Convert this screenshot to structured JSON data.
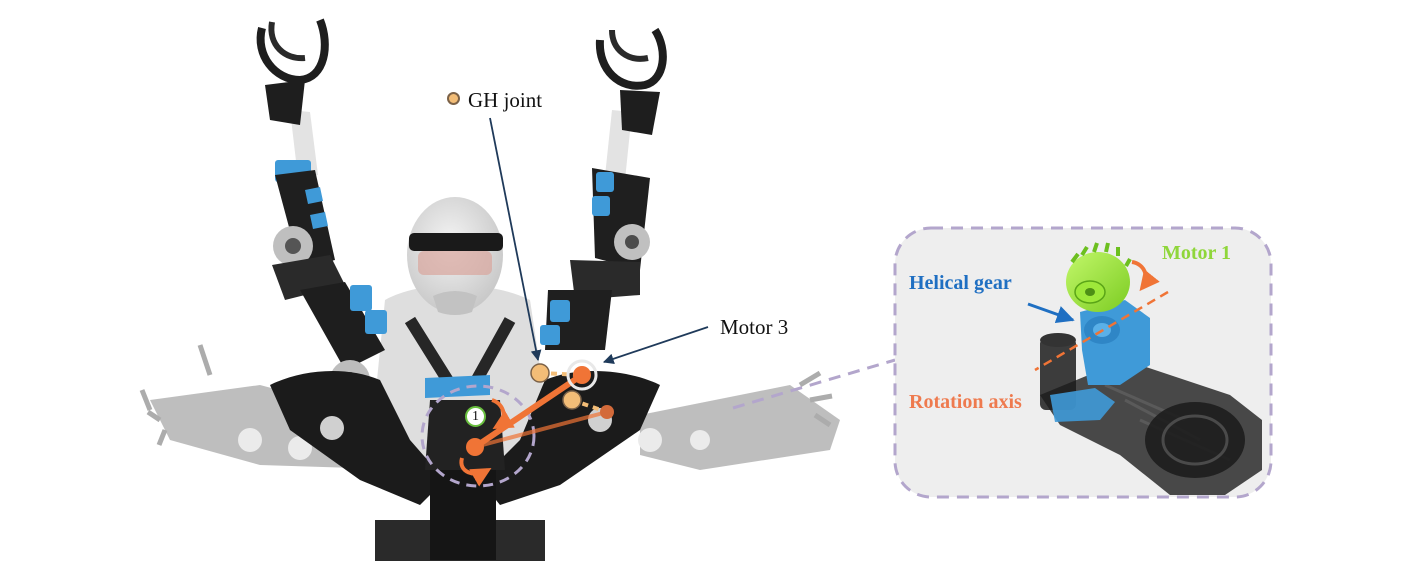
{
  "labels": {
    "gh_joint": "GH joint",
    "motor_3": "Motor 3",
    "helical_gear": "Helical gear",
    "motor_1": "Motor 1",
    "rotation_axis": "Rotation axis",
    "motor_badge": "1"
  },
  "colors": {
    "blue_part": "#3f9ad8",
    "dark_frame": "#1f1f1f",
    "joint_orange": "#f07436",
    "gh_dot": "#f3bd77",
    "gear_green": "#9ee83a",
    "helical_label": "#1f6fc2",
    "motor1_label": "#8fd63a",
    "axis_label": "#ee7a4e",
    "dashed_callout": "#b3a6cc",
    "inset_bg": "#eeeeee"
  },
  "icons": [
    "rotation-arrow-icon",
    "gh-joint-dot-icon",
    "pointer-arrow-icon"
  ]
}
